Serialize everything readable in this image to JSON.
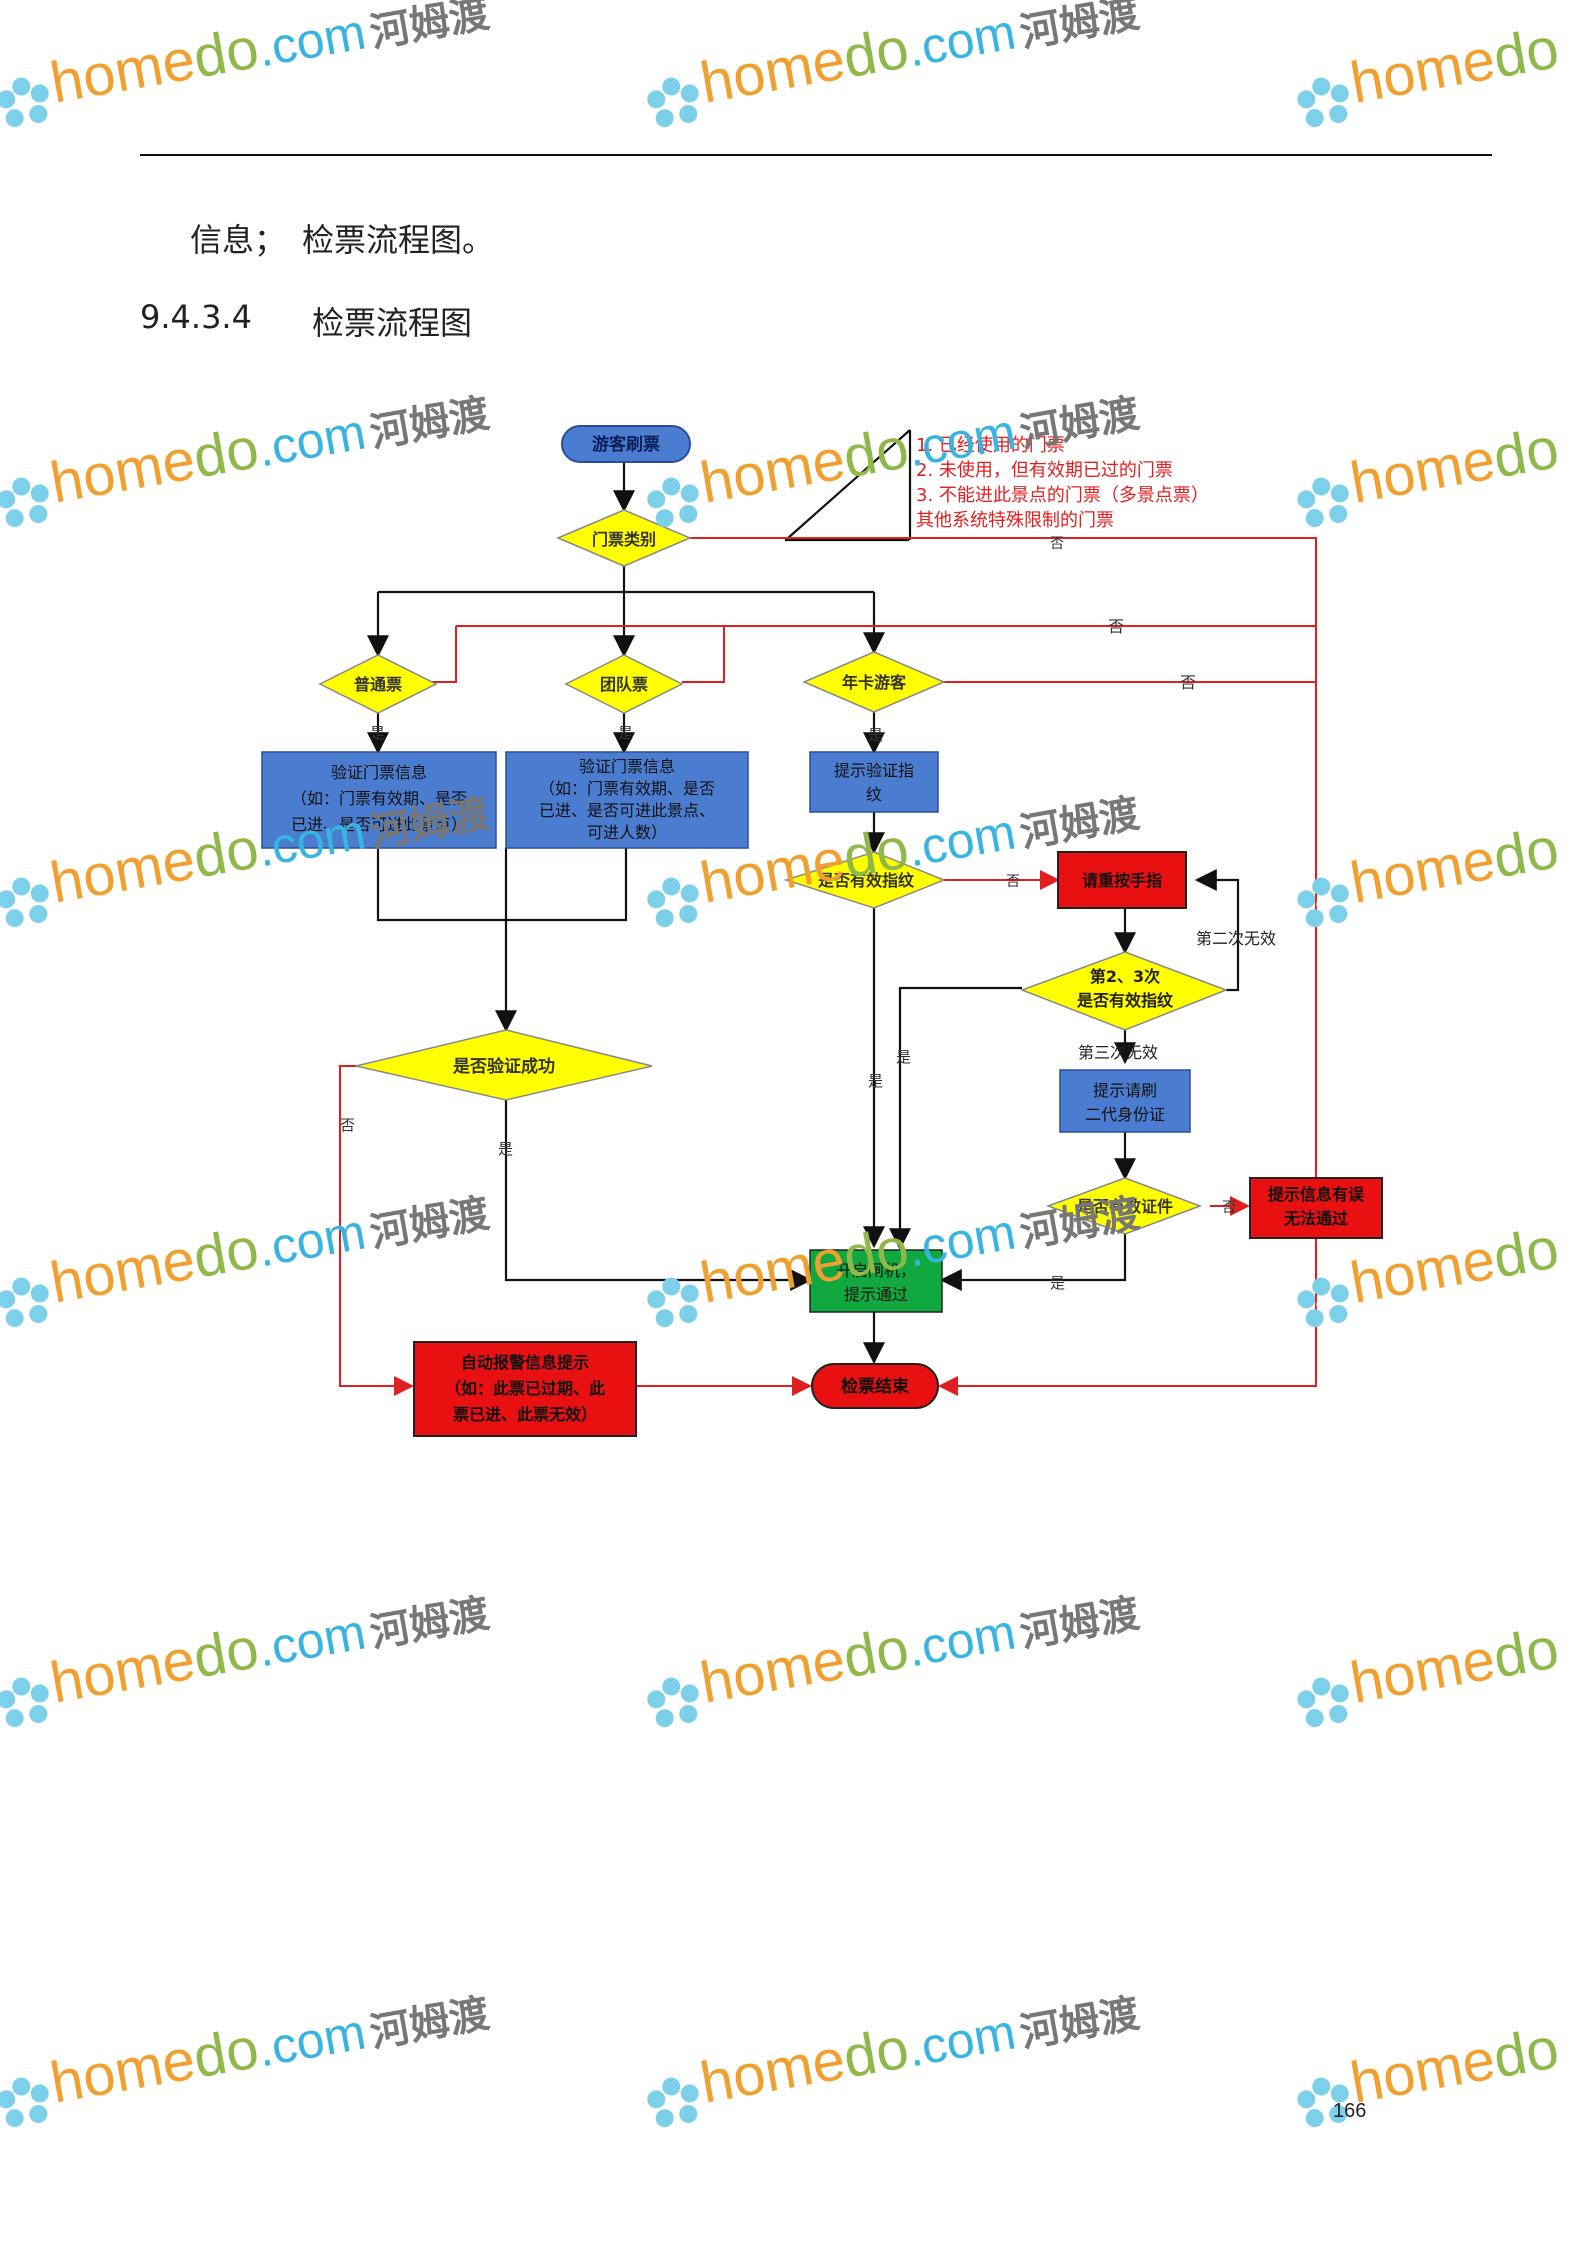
{
  "body": {
    "line1": "信息；　检票流程图。",
    "section_number": "9.4.3.4",
    "section_title": "检票流程图"
  },
  "watermark": {
    "home": "home",
    "do": "do",
    "com": ".com",
    "cn": "河姆渡"
  },
  "page_number": "166",
  "flowchart": {
    "start": "游客刷票",
    "ticket_type": "门票类别",
    "error_list": [
      "1. 已经使用的门票",
      "2. 未使用，但有效期已过的门票",
      "3. 不能进此景点的门票（多景点票）",
      "其他系统特殊限制的门票"
    ],
    "ordinary_ticket": "普通票",
    "group_ticket": "团队票",
    "annual_card": "年卡游客",
    "verify_ordinary": [
      "验证门票信息",
      "（如：门票有效期、是否",
      "已进、是否可进此景点）"
    ],
    "verify_group": [
      "验证门票信息",
      "（如：门票有效期、是否",
      "已进、是否可进此景点、",
      "可进人数）"
    ],
    "prompt_fingerprint": [
      "提示验证指",
      "纹"
    ],
    "valid_fingerprint": "是否有效指纹",
    "retry_finger": "请重按手指",
    "second_third": [
      "第2、3次",
      "是否有效指纹"
    ],
    "prompt_id": [
      "提示请刷",
      "二代身份证"
    ],
    "valid_id": "是否有效证件",
    "id_error": [
      "提示信息有误",
      "无法通过"
    ],
    "verify_success": "是否验证成功",
    "open_gate": [
      "开启闸机，",
      "提示通过"
    ],
    "alarm": [
      "自动报警信息提示",
      "（如：此票已过期、此",
      "票已进、此票无效）"
    ],
    "end": "检票结束",
    "label_yes": "是",
    "label_no": "否",
    "label_second_invalid": "第二次无效",
    "label_third_invalid": "第三次无效"
  }
}
